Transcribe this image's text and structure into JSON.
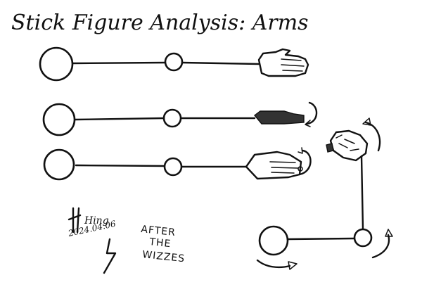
{
  "title": "Stick Figure Analysis: Arms",
  "notes": {
    "line1": "AFTER",
    "line2": "THE",
    "line3": "WIZZES"
  },
  "signature": {
    "name": "Hing",
    "date": "2024.04.06"
  },
  "diagrams": [
    {
      "label": "arm-palm-up",
      "hand": "open-hand-palm-up",
      "rotation_arrow": false
    },
    {
      "label": "arm-hand-side",
      "hand": "flat-hand-edge",
      "rotation_arrow": true
    },
    {
      "label": "arm-palm-down",
      "hand": "open-hand-palm-down",
      "rotation_arrow": true
    },
    {
      "label": "arm-raised-fist",
      "hand": "fist",
      "rotation_arrows": 3
    }
  ]
}
